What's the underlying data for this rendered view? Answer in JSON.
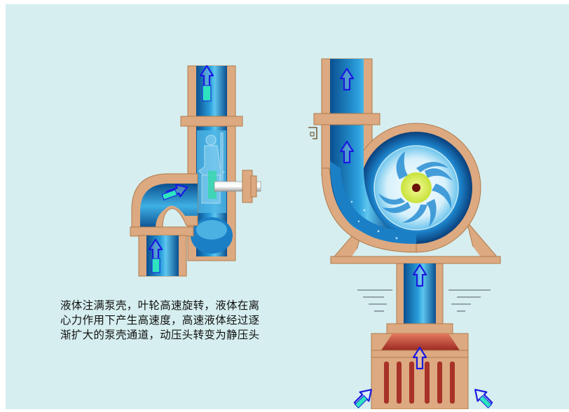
{
  "colors": {
    "background": "#d6eeef",
    "casing": "#dca980",
    "casing_edge": "#b07a4c",
    "water_dark": "#0a4f8f",
    "water_mid": "#1b7fc6",
    "water_light": "#5ec6ee",
    "arrow_stroke": "#1a1ae0",
    "impeller_hub": "#d8f045",
    "suction_bell": "#c24a3a"
  },
  "caption": {
    "line1": "液体注满泵壳，叶轮高速旋转，液体在离",
    "line2": "心力作用下产生高速度，高速液体经过逐",
    "line3": "渐扩大的泵壳通道，动压头转变为静压头"
  },
  "icons": [
    "flow-arrow-icon",
    "impeller-icon",
    "water-level-icon"
  ]
}
